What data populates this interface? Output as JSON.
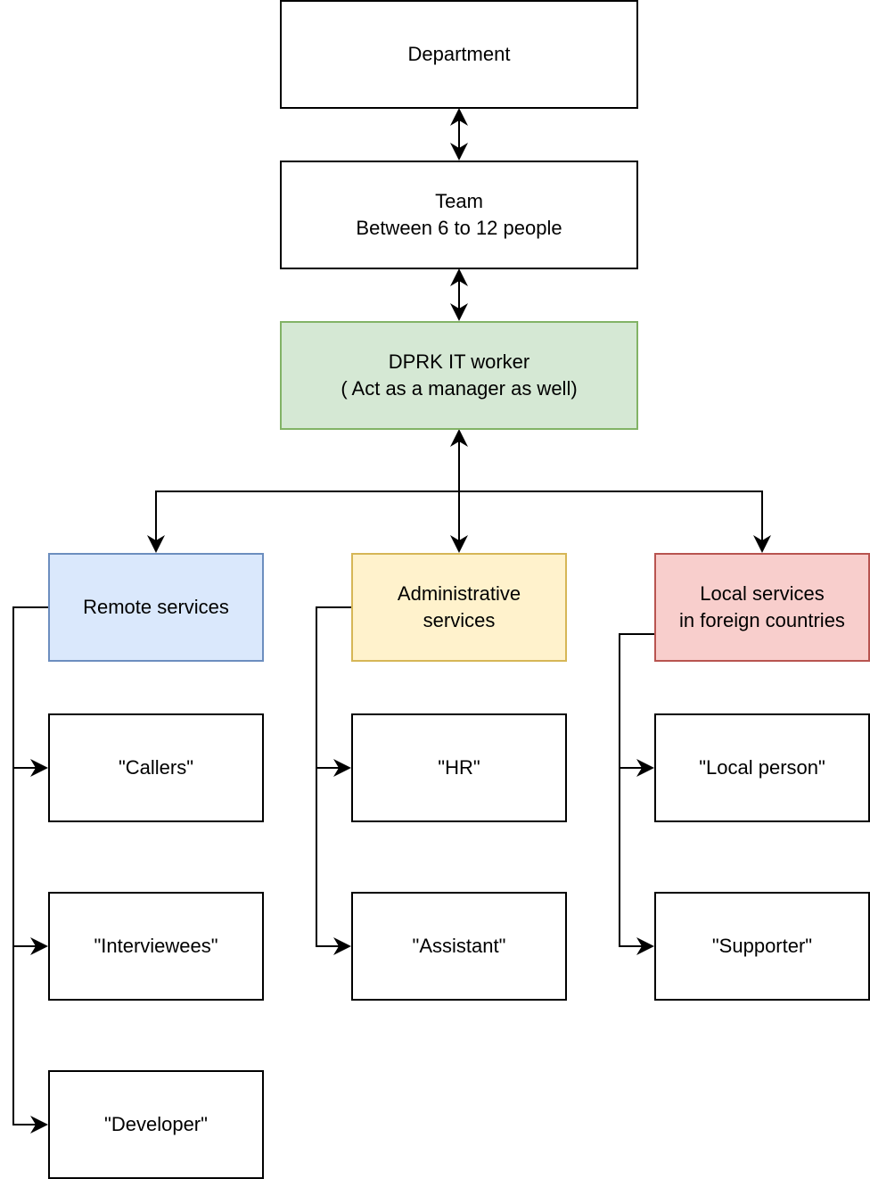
{
  "diagram": {
    "department": {
      "label": "Department"
    },
    "team": {
      "line1": "Team",
      "line2": "Between 6 to 12 people"
    },
    "worker": {
      "line1": "DPRK IT worker",
      "line2": "( Act as a manager as well)"
    },
    "remote": {
      "label": "Remote services",
      "roles": [
        "\"Callers\"",
        "\"Interviewees\"",
        "\"Developer\""
      ]
    },
    "admin": {
      "line1": "Administrative",
      "line2": "services",
      "roles": [
        "\"HR\"",
        "\"Assistant\""
      ]
    },
    "local": {
      "line1": "Local services",
      "line2": "in foreign countries",
      "roles": [
        "\"Local person\"",
        "\"Supporter\""
      ]
    }
  },
  "colors": {
    "worker_fill": "#d5e8d4",
    "worker_stroke": "#82b366",
    "remote_fill": "#dae8fc",
    "remote_stroke": "#6c8ebf",
    "admin_fill": "#fff2cc",
    "admin_stroke": "#d6b656",
    "local_fill": "#f8cecc",
    "local_stroke": "#b85450"
  }
}
